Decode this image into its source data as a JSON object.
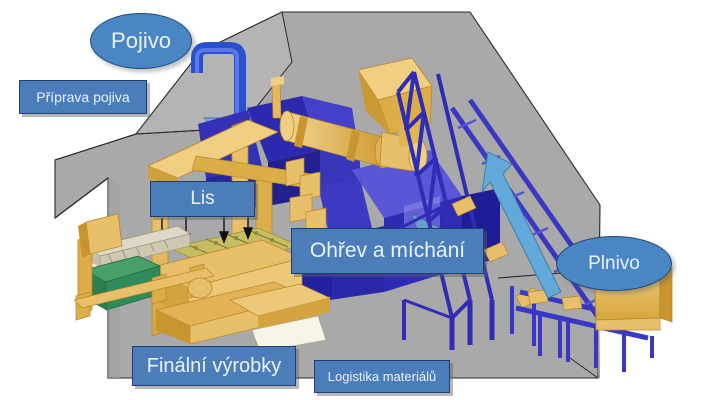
{
  "diagram": {
    "title": "Schema vyrobni linky",
    "language": "cs",
    "background_color": "#ffffff",
    "floor_color": "#a8a8a8",
    "label_fill": "#4a7dba",
    "label_border": "#1f3f6e",
    "label_text_color": "#eaf2fb",
    "machine_gold": "#e3b64a",
    "machine_blue": "#2a28b8",
    "machine_green": "#2f8b5a",
    "arrow_blue": "#5b9bd5"
  },
  "labels": {
    "pojivo": {
      "text": "Pojivo",
      "shape": "ellipse"
    },
    "priprava_pojiva": {
      "text": "Příprava pojiva",
      "shape": "box"
    },
    "lis": {
      "text": "Lis",
      "shape": "box"
    },
    "ohrev_a_michani": {
      "text": "Ohřev a míchání",
      "shape": "box"
    },
    "plnivo": {
      "text": "Plnivo",
      "shape": "ellipse"
    },
    "finalni_vyrobky": {
      "text": "Finální výrobky",
      "shape": "box"
    },
    "logistika_materialu": {
      "text": "Logistika materiálů",
      "shape": "box"
    }
  },
  "scene_elements": {
    "floor": "factory-floor-platform",
    "binder_pipe": "binder-feed-pipe",
    "funnel_arrow": "binder-funnel-arrow",
    "mixer_drum": "heated-mixer-drum",
    "press": "press-machine",
    "product_conveyor": "product-output-conveyor",
    "filler_conveyor": "filler-inclined-conveyor",
    "filler_hopper": "filler-hopper",
    "flow_arrow": "material-flow-arrow"
  }
}
